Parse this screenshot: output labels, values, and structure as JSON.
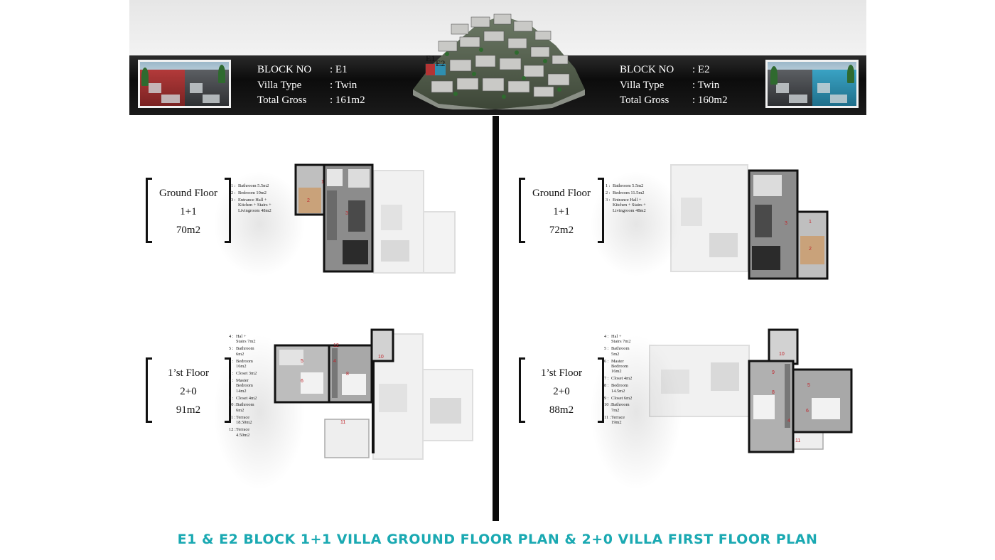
{
  "header": {
    "left": {
      "block_label": "BLOCK NO",
      "block_value": ": E1",
      "type_label": "Villa Type",
      "type_value": ": Twin",
      "gross_label": "Total Gross",
      "gross_value": ": 161m2"
    },
    "right": {
      "block_label": "BLOCK NO",
      "block_value": ": E2",
      "type_label": "Villa Type",
      "type_value": ": Twin",
      "gross_label": "Total Gross",
      "gross_value": ": 160m2"
    },
    "complex_label_e1": "E1",
    "complex_label_e2": "E2"
  },
  "e1": {
    "ground": {
      "title": "Ground Floor",
      "layout": "1+1",
      "area": "70m2",
      "legend": [
        {
          "n": "1 :",
          "t": "Bathroom 5.5m2"
        },
        {
          "n": "2 :",
          "t": "Bedroom 10m2"
        },
        {
          "n": "3 :",
          "t": "Entrance Hall + Kitchen + Stairs + Livingroom 48m2"
        }
      ]
    },
    "first": {
      "title": "1’st Floor",
      "layout": "2+0",
      "area": "91m2",
      "legend": [
        {
          "n": "4 :",
          "t": "Hal + Stairs 7m2"
        },
        {
          "n": "5 :",
          "t": "Bathroom 6m2"
        },
        {
          "n": "6 :",
          "t": "Bedroom 16m2"
        },
        {
          "n": "7 :",
          "t": "Closet 3m2"
        },
        {
          "n": "8 :",
          "t": "Master Bedroom 14m2"
        },
        {
          "n": "9 :",
          "t": "Closet 4m2"
        },
        {
          "n": "10 :",
          "t": "Bathroom 6m2"
        },
        {
          "n": "11 :",
          "t": "Terrace 18.50m2"
        },
        {
          "n": "12 :",
          "t": "Terrace 4.50m2"
        }
      ]
    }
  },
  "e2": {
    "ground": {
      "title": "Ground Floor",
      "layout": "1+1",
      "area": "72m2",
      "legend": [
        {
          "n": "1 :",
          "t": "Bathroom 5.5m2"
        },
        {
          "n": "2 :",
          "t": "Bedroom 11.5m2"
        },
        {
          "n": "3 :",
          "t": "Entrance Hall + Kitchen + Stairs + Livingroom 48m2"
        }
      ]
    },
    "first": {
      "title": "1’st Floor",
      "layout": "2+0",
      "area": "88m2",
      "legend": [
        {
          "n": "4 :",
          "t": "Hal + Stairs 7m2"
        },
        {
          "n": "5 :",
          "t": "Bathroom 5m2"
        },
        {
          "n": "6 :",
          "t": "Master Bedroom 16m2"
        },
        {
          "n": "7 :",
          "t": "Closet 4m2"
        },
        {
          "n": "8 :",
          "t": "Bedroom 14.5m2"
        },
        {
          "n": "9 :",
          "t": "Closet 6m2"
        },
        {
          "n": "10 :",
          "t": "Bathroom 7m2"
        },
        {
          "n": "11 :",
          "t": "Terrace 19m2"
        }
      ]
    }
  },
  "plan_labels": {
    "e1_ground": [
      "1",
      "2",
      "3"
    ],
    "e1_first": [
      "12",
      "10",
      "5",
      "4",
      "6",
      "8",
      "11"
    ],
    "e2_ground": [
      "3",
      "1",
      "2"
    ],
    "e2_first": [
      "10",
      "9",
      "5",
      "8",
      "6",
      "4",
      "11"
    ]
  },
  "caption": "E1 & E2 BLOCK 1+1 VILLA GROUND FLOOR PLAN & 2+0 VILLA FIRST FLOOR PLAN",
  "colors": {
    "caption": "#1aa9b2",
    "room_number": "#c0262d",
    "header_band": "#111111",
    "divider": "#0b0b0b"
  }
}
